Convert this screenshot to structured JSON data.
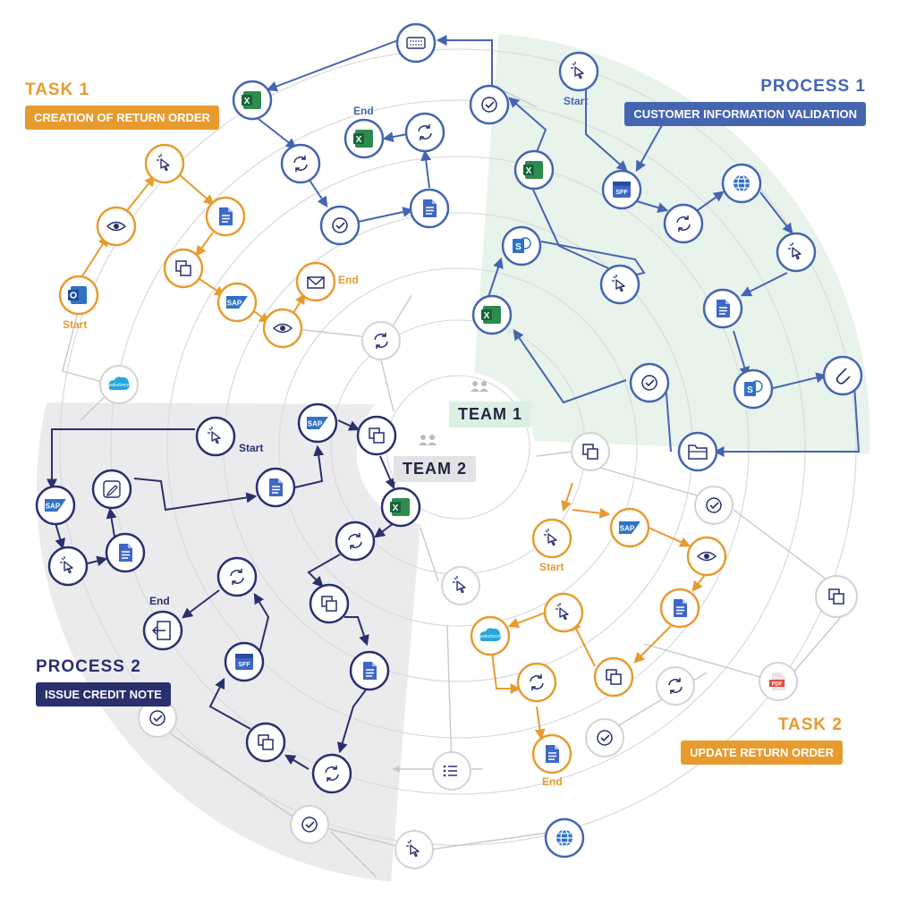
{
  "labels": {
    "task1": {
      "kicker": "TASK 1",
      "pill": "CREATION OF RETURN ORDER"
    },
    "process1": {
      "kicker": "PROCESS 1",
      "pill": "CUSTOMER INFORMATION VALIDATION"
    },
    "process2": {
      "kicker": "PROCESS 2",
      "pill": "ISSUE CREDIT NOTE"
    },
    "task2": {
      "kicker": "TASK 2",
      "pill": "UPDATE RETURN ORDER"
    }
  },
  "teams": {
    "team1": "TEAM 1",
    "team2": "TEAM 2"
  },
  "node_labels": {
    "start": "Start",
    "end": "End",
    "sap": "SAP",
    "sff": "SFF",
    "pdf": "PDF",
    "salesforce": "salesforce",
    "sharepoint": "S"
  },
  "colors": {
    "orange": "#e79b2f",
    "blue": "#4565b1",
    "navy": "#2a2f6e",
    "grey": "#c9c9cc",
    "green_zone": "#e7f3eb",
    "grey_zone": "#ebebed"
  },
  "icons": [
    "excel-icon",
    "cursor-icon",
    "refresh-icon",
    "check-icon",
    "document-icon",
    "copy-icon",
    "eye-icon",
    "sap-icon",
    "outlook-icon",
    "mail-icon",
    "salesforce-icon",
    "keyboard-icon",
    "globe-icon",
    "sff-icon",
    "sharepoint-icon",
    "attachment-icon",
    "folder-icon",
    "edit-icon",
    "exit-icon",
    "list-icon",
    "pdf-icon",
    "team-icon"
  ]
}
